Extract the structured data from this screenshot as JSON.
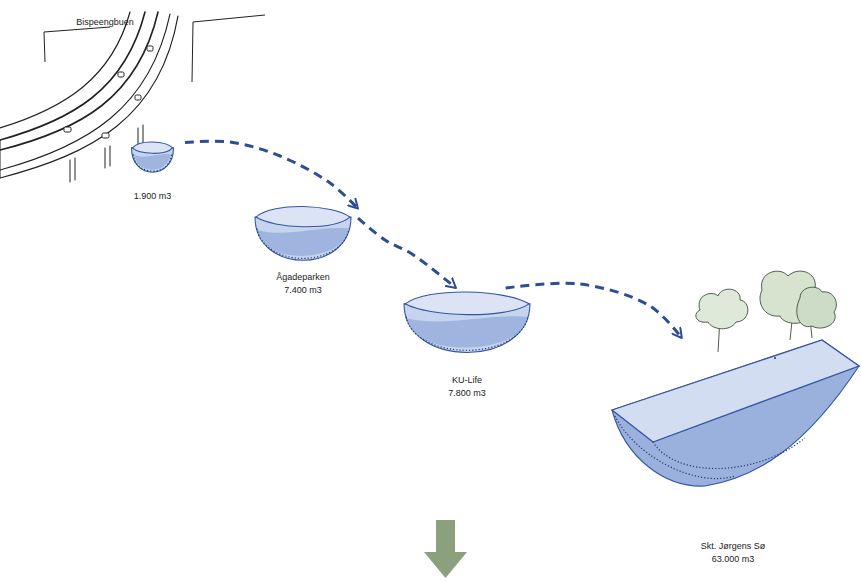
{
  "diagram": {
    "nodes": [
      {
        "text": [
          "1.900 m3"
        ]
      },
      {
        "text": [
          "Ågadeparken",
          "7.400 m3"
        ]
      },
      {
        "text": [
          "KU-Life",
          "7.800 m3"
        ]
      },
      {
        "text": [
          "Skt. Jørgens Sø",
          "63.000 m3"
        ]
      }
    ],
    "edges": [
      {
        "from": 0,
        "to": 1,
        "arrow": "to"
      },
      {
        "from": 1,
        "to": 2,
        "arrow": "to"
      },
      {
        "from": 2,
        "to": 3,
        "arrow": "to"
      }
    ],
    "labels": [
      "Bispeengbuen"
    ]
  }
}
